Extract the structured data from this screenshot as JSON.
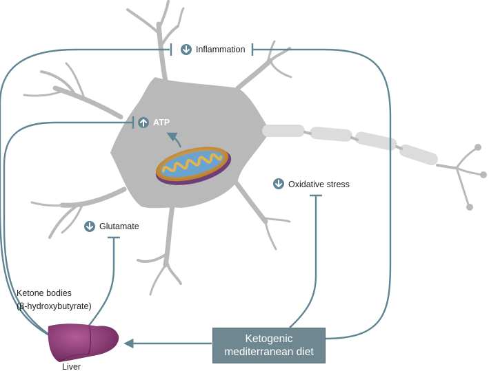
{
  "labels": {
    "inflammation": "Inflammation",
    "atp": "ATP",
    "oxidative_stress": "Oxidative stress",
    "glutamate": "Glutamate",
    "ketone_line1": "Ketone bodies",
    "ketone_line2": "(β-hydroxybutyrate)",
    "liver": "Liver",
    "diet_line1": "Ketogenic",
    "diet_line2": "mediterranean diet"
  },
  "indicators": {
    "inflammation": "decrease",
    "atp": "increase",
    "oxidative_stress": "decrease",
    "glutamate": "decrease"
  },
  "colors": {
    "pathway_line": "#5f8494",
    "indicator_circle": "#5f8494",
    "neuron": "#b9b9b9",
    "axon_segment": "#dcdcdc",
    "mitochondrion_outer": "#c88a2a",
    "mitochondrion_inner": "#6aa3cf",
    "liver": "#8c3f77",
    "diet_box": "#6e8791"
  }
}
